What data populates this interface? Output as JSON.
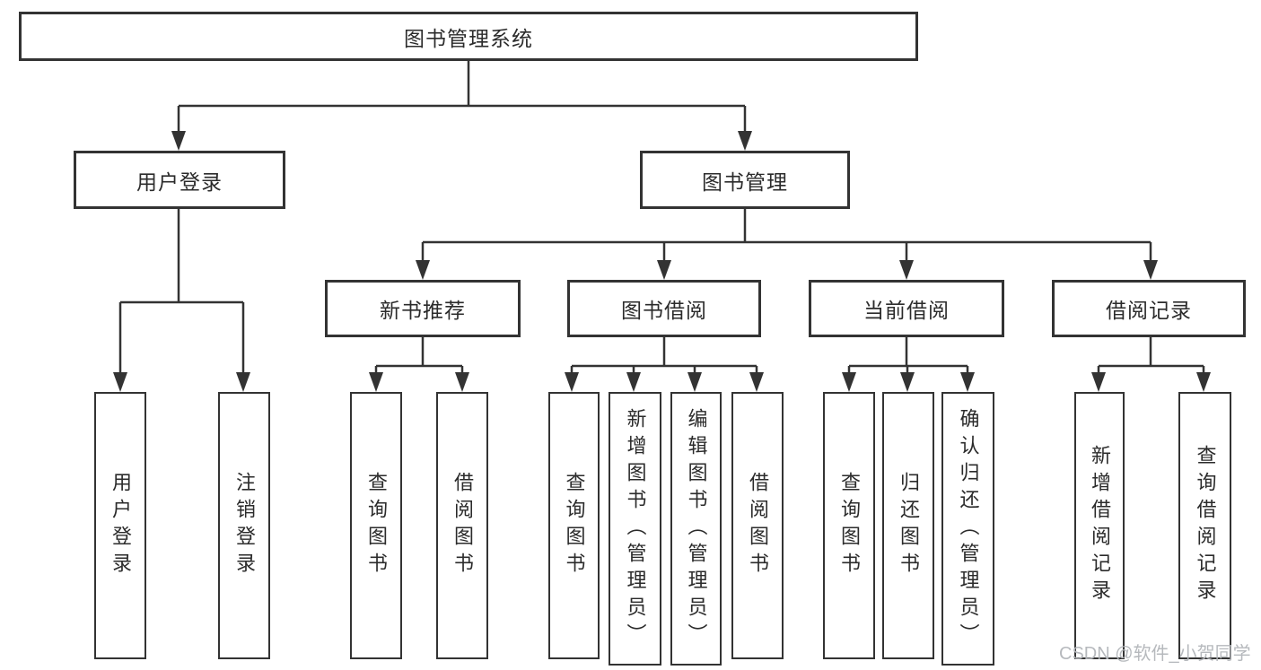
{
  "watermark": "CSDN @软件_小贺同学",
  "colors": {
    "line": "#333333",
    "box_border": "#333333",
    "text": "#2b2b2b",
    "watermark": "#b2b5b9",
    "background": "#ffffff"
  },
  "tree": {
    "label": "图书管理系统",
    "children": [
      {
        "label": "用户登录",
        "children": [
          {
            "label": "用户登录"
          },
          {
            "label": "注销登录"
          }
        ]
      },
      {
        "label": "图书管理",
        "children": [
          {
            "label": "新书推荐",
            "children": [
              {
                "label": "查询图书"
              },
              {
                "label": "借阅图书"
              }
            ]
          },
          {
            "label": "图书借阅",
            "children": [
              {
                "label": "查询图书"
              },
              {
                "label": "新增图书（管理员）"
              },
              {
                "label": "编辑图书（管理员）"
              },
              {
                "label": "借阅图书"
              }
            ]
          },
          {
            "label": "当前借阅",
            "children": [
              {
                "label": "查询图书"
              },
              {
                "label": "归还图书"
              },
              {
                "label": "确认归还（管理员）"
              }
            ]
          },
          {
            "label": "借阅记录",
            "children": [
              {
                "label": "新增借阅记录"
              },
              {
                "label": "查询借阅记录"
              }
            ]
          }
        ]
      }
    ]
  }
}
